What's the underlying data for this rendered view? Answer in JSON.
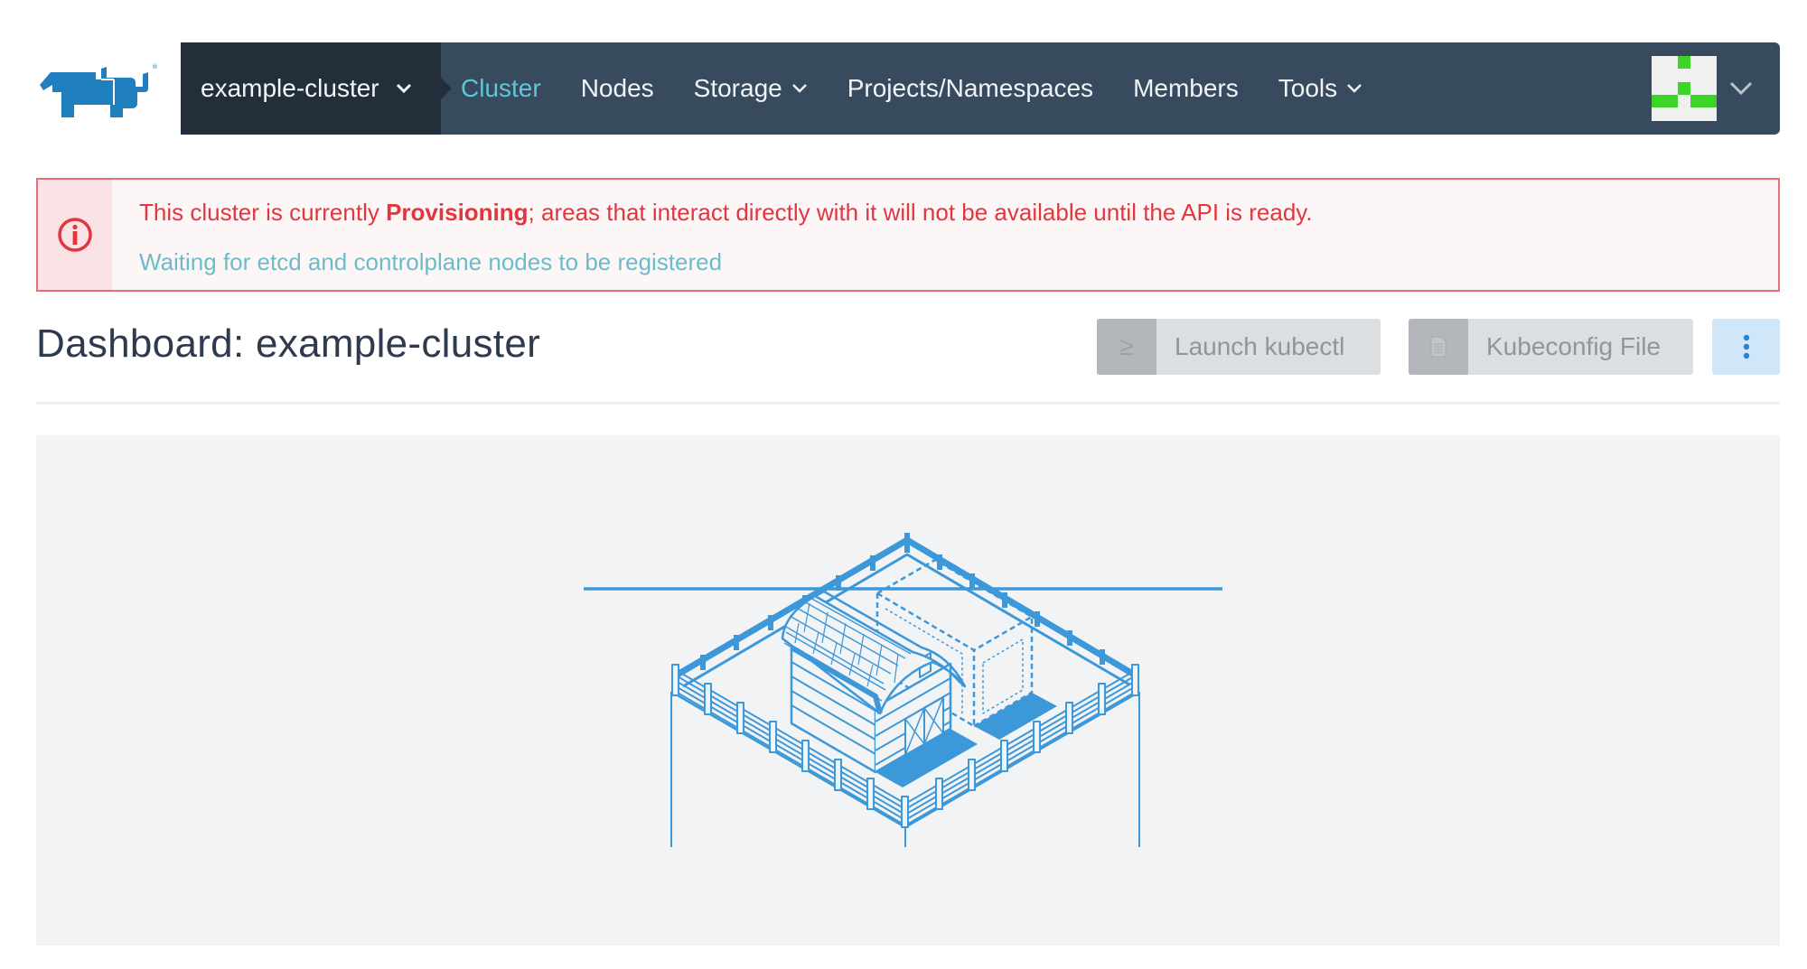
{
  "header": {
    "logo": "rancher-logo",
    "cluster_selector": {
      "label": "example-cluster",
      "icon": "chevron-down-icon"
    },
    "nav": [
      {
        "label": "Cluster",
        "active": true,
        "has_dropdown": false
      },
      {
        "label": "Nodes",
        "active": false,
        "has_dropdown": false
      },
      {
        "label": "Storage",
        "active": false,
        "has_dropdown": true
      },
      {
        "label": "Projects/Namespaces",
        "active": false,
        "has_dropdown": false
      },
      {
        "label": "Members",
        "active": false,
        "has_dropdown": false
      },
      {
        "label": "Tools",
        "active": false,
        "has_dropdown": true
      }
    ],
    "user_menu": {
      "avatar": "identicon",
      "icon": "chevron-down-icon"
    }
  },
  "banner": {
    "icon": "info-circle-icon",
    "line1_prefix": "This cluster is currently ",
    "line1_state": "Provisioning",
    "line1_suffix": "; areas that interact directly with it will not be available until the API is ready.",
    "line2": "Waiting for etcd and controlplane nodes to be registered"
  },
  "page": {
    "title": "Dashboard: example-cluster",
    "actions": {
      "launch_kubectl": {
        "label": "Launch kubectl",
        "icon": "terminal-icon",
        "icon_glyph": "≥"
      },
      "kubeconfig": {
        "label": "Kubeconfig File",
        "icon": "file-icon"
      },
      "more": {
        "icon": "kebab-menu-icon"
      }
    }
  },
  "panel": {
    "illustration": "barn-farm-illustration"
  },
  "colors": {
    "nav_bg": "#374a5e",
    "cluster_bg": "#232e3b",
    "active_link": "#5fc6d6",
    "error": "#e2363f",
    "info_text": "#6bbcc9",
    "illustration": "#3d98d9",
    "avatar_green": "#3dd42a"
  }
}
